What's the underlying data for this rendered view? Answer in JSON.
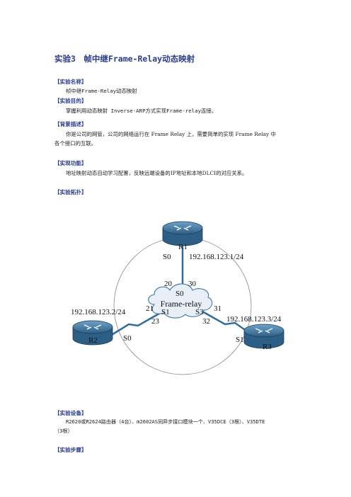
{
  "doc": {
    "title": "实验3　帧中继Frame-Relay动态映射",
    "sections": {
      "name": {
        "heading": "【实验名称】",
        "text": "帧中继Frame-Relay动态映射"
      },
      "purpose": {
        "heading": "【实验目的】",
        "text": "掌握利用动态映射 Inverse-ARP方式实现Frame-relay连接。"
      },
      "background": {
        "heading": "【背景描述】",
        "line1": "你是公司的网管，公司的网络运行在 Frame Relay 上，需要简单的实现 Frame Relay 中",
        "line2": "各个接口的互联。"
      },
      "function": {
        "heading": "【实现功能】",
        "text": "地址映射动态自动学习配置，反映远端设备的IP地址和本地DLCI的对应关系。"
      },
      "topology": {
        "heading": "【实验拓扑】"
      },
      "equipment": {
        "heading": "【实验设备】",
        "line1": "R2620或R2624路由器（4台）、m2602AS同异步接口模块一个、V35DCE（3根）、V35DTE",
        "line2": "（3根）"
      },
      "steps": {
        "heading": "【实验步骤】"
      }
    }
  },
  "diagram": {
    "routers": {
      "r1": "R1",
      "r2": "R2",
      "r3": "R3"
    },
    "cloud_label": "Frame-relay",
    "labels": {
      "r1_if": "S0",
      "r1_ip": "192.168.123.1/24",
      "r2_if": "S0",
      "r2_ip": "192.168.123.2/24",
      "r3_if": "S1",
      "r3_ip": "192.168.123.3/24",
      "fr_s0": "S0",
      "fr_s1": "S1",
      "fr_s3": "S3",
      "dlci_20": "20",
      "dlci_30": "30",
      "dlci_21": "21",
      "dlci_23": "23",
      "dlci_31": "31",
      "dlci_32": "32"
    }
  }
}
